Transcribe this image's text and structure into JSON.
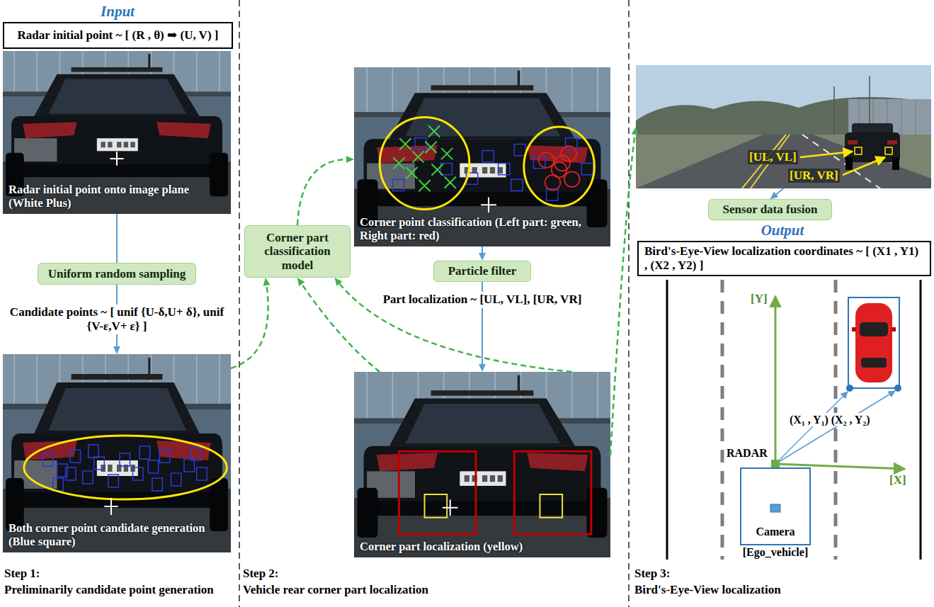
{
  "diagram": {
    "nodes": [
      {
        "text": [
          "Radar initial point ~ [ (R , θ) ➡ (U, V) ]"
        ]
      },
      {
        "text": [
          "Radar initial point onto image plane (White Plus)"
        ]
      },
      {
        "text": [
          "Uniform random sampling"
        ]
      },
      {
        "text": [
          "Both corner point candidate generation (Blue square)"
        ]
      },
      {
        "text": [
          "Corner part classification model"
        ]
      },
      {
        "text": [
          "Corner point classification (Left part: green, Right part: red)"
        ]
      },
      {
        "text": [
          "Particle filter"
        ]
      },
      {
        "text": [
          "Corner part localization (yellow)"
        ]
      },
      {
        "text": [
          "[UL, VL]",
          "[UR, VR]"
        ]
      },
      {
        "text": [
          "Sensor data fusion"
        ]
      },
      {
        "text": [
          "Bird's-Eye-View localization coordinates ~ [ (X1 , Y1) , (X2 , Y2) ]"
        ]
      },
      {
        "text": [
          "Camera",
          "[Ego_vehicle]"
        ]
      }
    ],
    "edges": [
      {
        "from": 1,
        "to": 2,
        "arrow": "none"
      },
      {
        "from": 2,
        "to": 3,
        "arrow": "to",
        "label": "Candidate points ~ [ unif {U-δ,U+ δ}, unif {V-ε,V+ ε} ]"
      },
      {
        "from": 3,
        "to": 4,
        "arrow": "to"
      },
      {
        "from": 4,
        "to": 5,
        "arrow": "to"
      },
      {
        "from": 5,
        "to": 6,
        "arrow": "to"
      },
      {
        "from": 6,
        "to": 7,
        "arrow": "to",
        "label": "Part localization ~ [UL, VL], [UR, VR]"
      },
      {
        "from": 7,
        "to": 4,
        "arrow": "to"
      },
      {
        "from": 7,
        "to": 4,
        "arrow": "to"
      },
      {
        "from": 7,
        "to": 8,
        "arrow": "to"
      },
      {
        "from": 8,
        "to": 9,
        "arrow": "to"
      }
    ],
    "labels": [
      "Input",
      "Output",
      "Step 1:",
      "Preliminarily candidate point generation",
      "Step 2:",
      "Vehicle rear corner part localization",
      "Step 3:",
      "Bird's-Eye-View localization",
      "[Y]",
      "[X]",
      "(X₁ , Y₁) (X₂ , Y₂)",
      "RADAR"
    ]
  }
}
